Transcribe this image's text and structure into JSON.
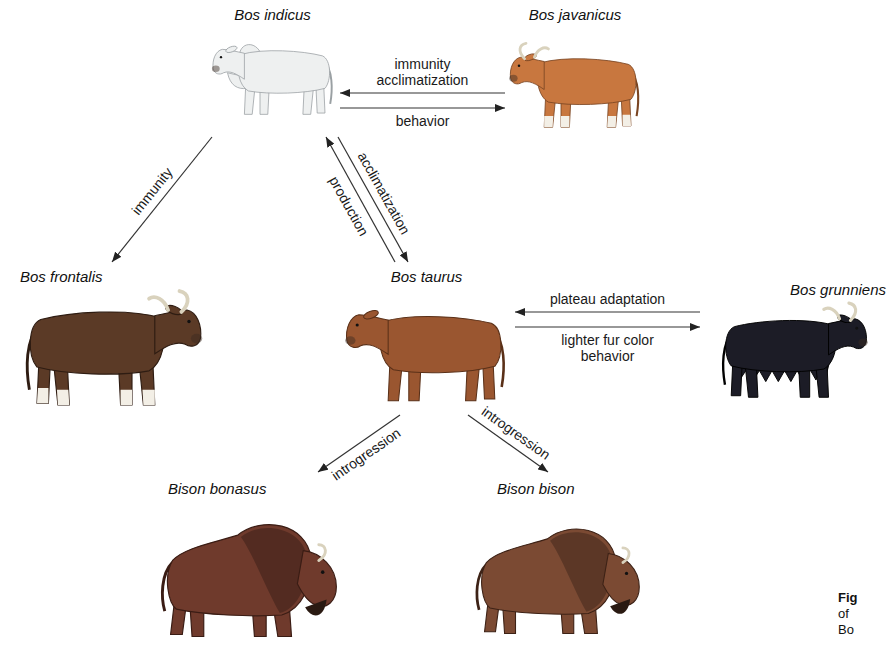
{
  "diagram": {
    "nodes": [
      {
        "text": [
          "Bos indicus"
        ]
      },
      {
        "text": [
          "Bos javanicus"
        ]
      },
      {
        "text": [
          "Bos frontalis"
        ]
      },
      {
        "text": [
          "Bos taurus"
        ]
      },
      {
        "text": [
          "Bos grunniens"
        ]
      },
      {
        "text": [
          "Bison bonasus"
        ]
      },
      {
        "text": [
          "Bison bison"
        ]
      }
    ],
    "edges": [
      {
        "from": 1,
        "to": 0,
        "arrow": "to",
        "label": "immunity acclimatization"
      },
      {
        "from": 0,
        "to": 1,
        "arrow": "to",
        "label": "behavior"
      },
      {
        "from": 0,
        "to": 2,
        "arrow": "to",
        "label": "immunity"
      },
      {
        "from": 0,
        "to": 3,
        "arrow": "to",
        "label": "acclimatization"
      },
      {
        "from": 3,
        "to": 0,
        "arrow": "to",
        "label": "production"
      },
      {
        "from": 4,
        "to": 3,
        "arrow": "to",
        "label": "plateau adaptation"
      },
      {
        "from": 3,
        "to": 4,
        "arrow": "to",
        "label": "lighter fur color behavior"
      },
      {
        "from": 3,
        "to": 5,
        "arrow": "to",
        "label": "introgression"
      },
      {
        "from": 3,
        "to": 6,
        "arrow": "to",
        "label": "introgression"
      }
    ],
    "labels": [
      "Fig",
      "of",
      "Bo"
    ]
  }
}
